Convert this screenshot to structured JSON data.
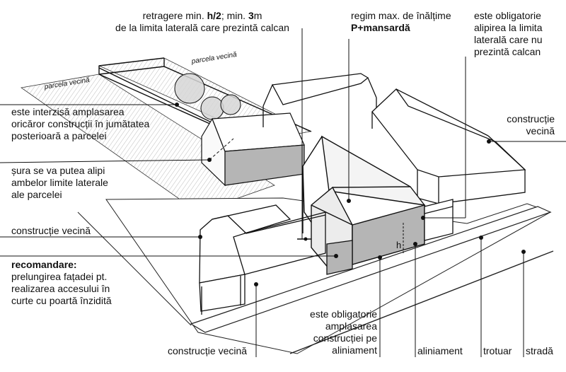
{
  "labels": {
    "retragere": {
      "pre": "retragere min. ",
      "h2": "h/2",
      "mid": "; min. ",
      "three": "3",
      "unit": "m",
      "line2": "de la limita laterală care prezintă calcan"
    },
    "regim": {
      "line1": "regim max. de înălțime",
      "line2": "P+mansardă"
    },
    "obligatorie_alipirea": [
      "este obligatorie",
      "alipirea la limita",
      "laterală care nu",
      "prezintă calcan"
    ],
    "interzisa": [
      "este interzisă amplasarea",
      "oricăror construcții în jumătatea",
      "posterioară a parcelei"
    ],
    "sura": [
      "șura se va putea alipi",
      "ambelor limite laterale",
      "ale parcelei"
    ],
    "constructie_vecina_right": [
      "construcție",
      "vecină"
    ],
    "constructie_vecina_left": "construcție vecină",
    "recomandare": {
      "title": "recomandare:",
      "lines": [
        "prelungirea fațadei pt.",
        "realizarea accesului în",
        "curte cu poartă înzidită"
      ]
    },
    "obligatorie_amplasarea": [
      "este obligatorie",
      "amplasarea",
      "construcției pe",
      "aliniament"
    ],
    "bottom_constructie_vecina": "construcție vecină",
    "bottom_aliniament": "aliniament",
    "bottom_trotuar": "trotuar",
    "bottom_strada": "stradă",
    "parcela_vecina_left": "parcela vecină",
    "parcela_vecina_top": "parcela vecină",
    "h_mark": "h"
  },
  "colors": {
    "line": "#111111",
    "hatch": "#bdbdbd",
    "shade": "#b5b5b5",
    "light": "#ececec"
  }
}
